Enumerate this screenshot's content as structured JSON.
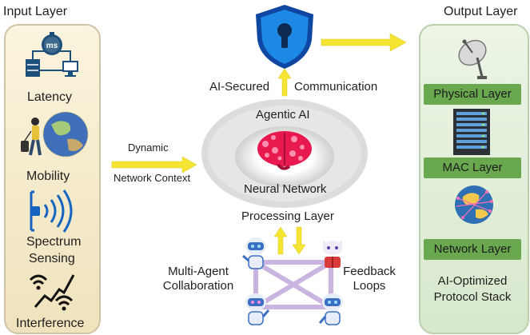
{
  "input_layer": {
    "title": "Input Layer",
    "latency": "Latency",
    "latency_badge": "ms",
    "mobility": "Mobility",
    "spectrum_line1": "Spectrum",
    "spectrum_line2": "Sensing",
    "interference": "Interference"
  },
  "flow": {
    "dynamic": "Dynamic",
    "network_context": "Network Context",
    "ai_secured": "AI-Secured",
    "communication": "Communication"
  },
  "core": {
    "agentic_ai": "Agentic AI",
    "neural_network": "Neural Network",
    "processing_layer": "Processing Layer"
  },
  "agents": {
    "multi_agent_line1": "Multi-Agent",
    "multi_agent_line2": "Collaboration",
    "feedback_line1": "Feedback",
    "feedback_line2": "Loops"
  },
  "output_layer": {
    "title": "Output Layer",
    "physical": "Physical Layer",
    "mac": "MAC Layer",
    "network": "Network Layer",
    "stack_line1": "AI-Optimized",
    "stack_line2": "Protocol Stack"
  },
  "colors": {
    "input_panel": "#f6edd2",
    "output_panel": "#e4f0dc",
    "arrow_yellow": "#f5e532",
    "shield_blue": "#1565c0",
    "green_button": "#6aa84f",
    "link_lilac": "#c9b5e0"
  }
}
